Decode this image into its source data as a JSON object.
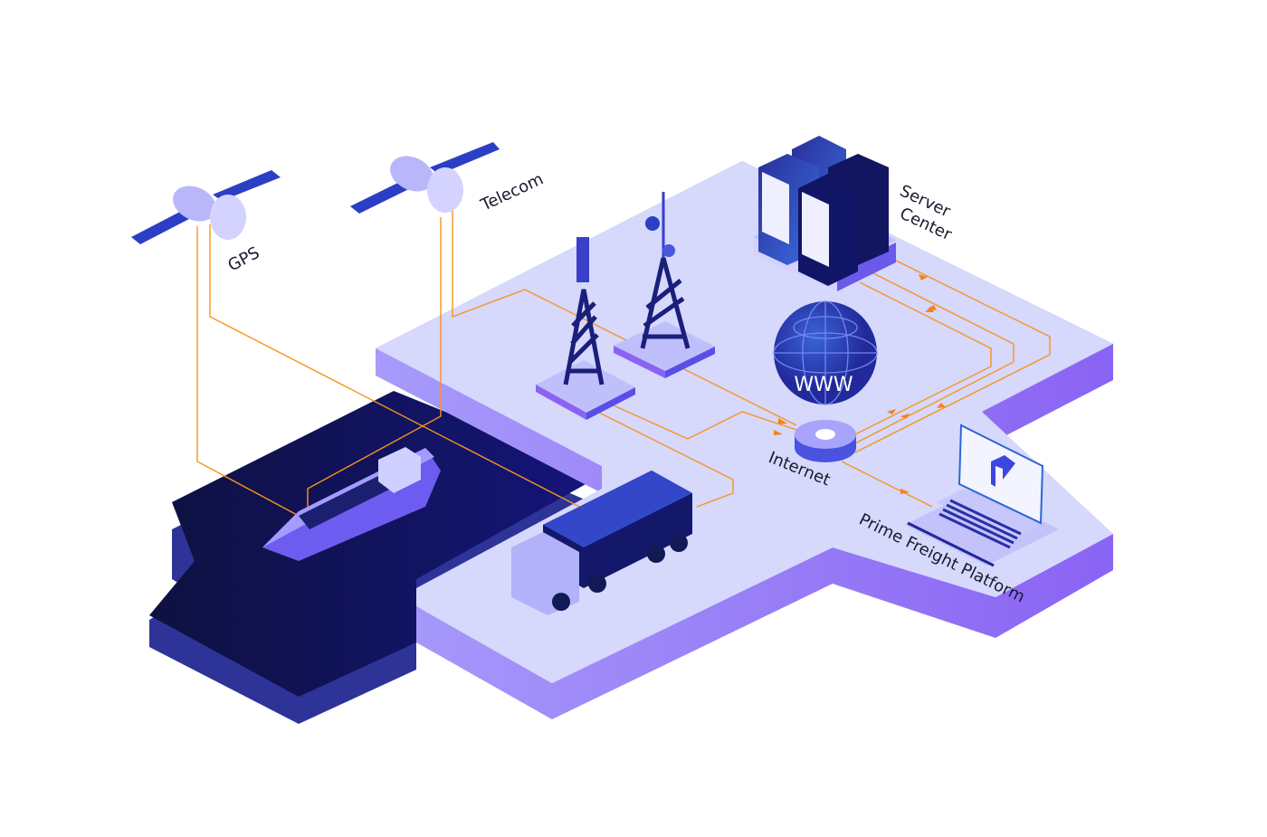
{
  "labels": {
    "gps": "GPS",
    "telecom": "Telecom",
    "server_center_line1": "Server",
    "server_center_line2": "Center",
    "internet": "Internet",
    "www": "WWW",
    "platform": "Prime Freight Platform"
  },
  "colors": {
    "platform_top": "#d6d8fc",
    "platform_side": "#8f6cf5",
    "water_top": "#0f1050",
    "water_side": "#2d3397",
    "connection_lines": "#f7941d",
    "device_blue": "#2b3fc4"
  },
  "icons": [
    "satellite-icon",
    "cell-tower-icon",
    "server-rack-icon",
    "globe-icon",
    "router-icon",
    "laptop-icon",
    "cargo-ship-icon",
    "truck-icon",
    "logo-icon"
  ]
}
